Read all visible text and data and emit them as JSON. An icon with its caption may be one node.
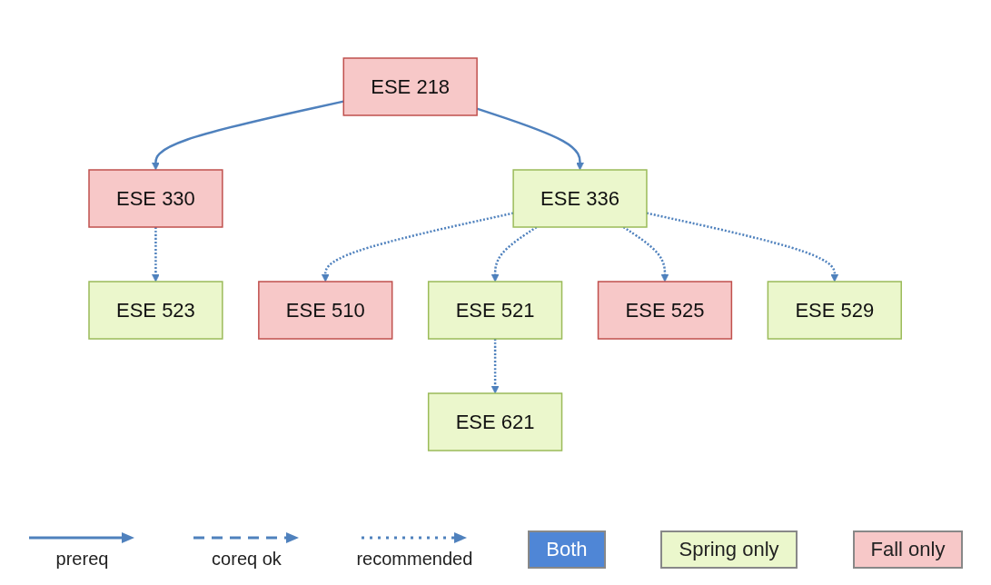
{
  "diagram": {
    "nodes": [
      {
        "text": [
          "ESE 218"
        ]
      },
      {
        "text": [
          "ESE 330"
        ]
      },
      {
        "text": [
          "ESE 523"
        ]
      },
      {
        "text": [
          "ESE 336"
        ]
      },
      {
        "text": [
          "ESE 510"
        ]
      },
      {
        "text": [
          "ESE 521"
        ]
      },
      {
        "text": [
          "ESE 525"
        ]
      },
      {
        "text": [
          "ESE 529"
        ]
      },
      {
        "text": [
          "ESE 621"
        ]
      }
    ],
    "edges": [
      {
        "from": 0,
        "to": 1,
        "arrow": "to"
      },
      {
        "from": 0,
        "to": 3,
        "arrow": "to"
      },
      {
        "from": 1,
        "to": 2,
        "arrow": "to",
        "style": "dashed"
      },
      {
        "from": 3,
        "to": 4,
        "arrow": "to",
        "style": "dashed"
      },
      {
        "from": 3,
        "to": 5,
        "arrow": "to",
        "style": "dashed"
      },
      {
        "from": 3,
        "to": 6,
        "arrow": "to",
        "style": "dashed"
      },
      {
        "from": 3,
        "to": 7,
        "arrow": "to",
        "style": "dashed"
      },
      {
        "from": 5,
        "to": 8,
        "arrow": "to",
        "style": "dashed"
      }
    ],
    "legend": [
      {
        "text": "prereq"
      },
      {
        "text": "coreq ok"
      },
      {
        "text": "recommended"
      },
      {
        "text": "Both",
        "color": "#4f86d6"
      },
      {
        "text": "Spring only",
        "color": "#ebf7cc"
      },
      {
        "text": "Fall only",
        "color": "#f7c8c8"
      }
    ]
  }
}
